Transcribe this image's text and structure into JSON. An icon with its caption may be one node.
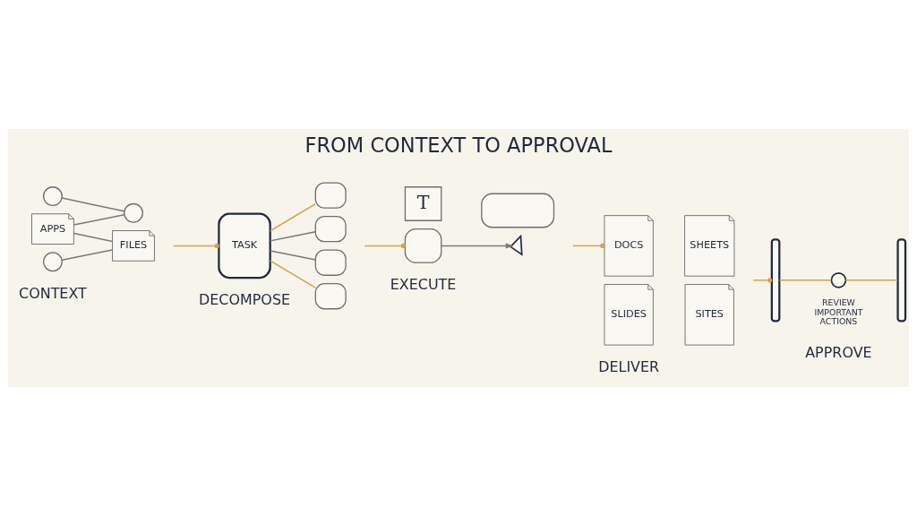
{
  "diagram": {
    "title": "FROM CONTEXT TO APPROVAL",
    "nodes": [
      {
        "text": [],
        "shape": "circle"
      },
      {
        "text": [],
        "shape": "circle"
      },
      {
        "text": [
          "APPS"
        ]
      },
      {
        "text": [
          "FILES"
        ]
      },
      {
        "text": [],
        "shape": "circle"
      },
      {
        "text": [
          "TASK"
        ]
      },
      {
        "text": [],
        "shape": "box"
      },
      {
        "text": [],
        "shape": "box"
      },
      {
        "text": [],
        "shape": "box"
      },
      {
        "text": [],
        "shape": "box"
      },
      {
        "text": [
          "T"
        ]
      },
      {
        "text": [],
        "shape": "box"
      },
      {
        "text": [],
        "shape": "box"
      },
      {
        "text": [],
        "shape": "cursor"
      },
      {
        "text": [
          "DOCS"
        ]
      },
      {
        "text": [
          "SHEETS"
        ]
      },
      {
        "text": [
          "SLIDES"
        ]
      },
      {
        "text": [
          "SITES"
        ]
      },
      {
        "text": [],
        "shape": "bar"
      },
      {
        "text": [],
        "shape": "person"
      },
      {
        "text": [],
        "shape": "bar"
      }
    ],
    "edges": [
      {
        "from": 0,
        "to": 1,
        "arrow": "none",
        "color": "#7a7a7a"
      },
      {
        "from": 1,
        "to": 2,
        "arrow": "none",
        "color": "#7a7a7a"
      },
      {
        "from": 2,
        "to": 3,
        "arrow": "none",
        "color": "#7a7a7a"
      },
      {
        "from": 4,
        "to": 3,
        "arrow": "none",
        "color": "#7a7a7a"
      },
      {
        "from": null,
        "to": 5,
        "arrow": "other"
      },
      {
        "from": 5,
        "to": 6,
        "arrow": "none"
      },
      {
        "from": 5,
        "to": 7,
        "arrow": "none",
        "color": "#7a7a7a"
      },
      {
        "from": 5,
        "to": 8,
        "arrow": "none",
        "color": "#7a7a7a"
      },
      {
        "from": 5,
        "to": 9,
        "arrow": "none"
      },
      {
        "from": null,
        "to": 12,
        "arrow": "other"
      },
      {
        "from": 12,
        "to": 13,
        "arrow": "to",
        "color": "#7a7a7a"
      },
      {
        "from": null,
        "to": 14,
        "arrow": "other"
      },
      {
        "from": null,
        "to": 18,
        "arrow": "other"
      },
      {
        "from": 18,
        "to": 19,
        "arrow": "none"
      },
      {
        "from": 19,
        "to": 20,
        "arrow": "none"
      }
    ],
    "labels": [
      "REVIEW IMPORTANT ACTIONS",
      "CONTEXT",
      "DECOMPOSE",
      "EXECUTE",
      "DELIVER",
      "APPROVE"
    ]
  }
}
